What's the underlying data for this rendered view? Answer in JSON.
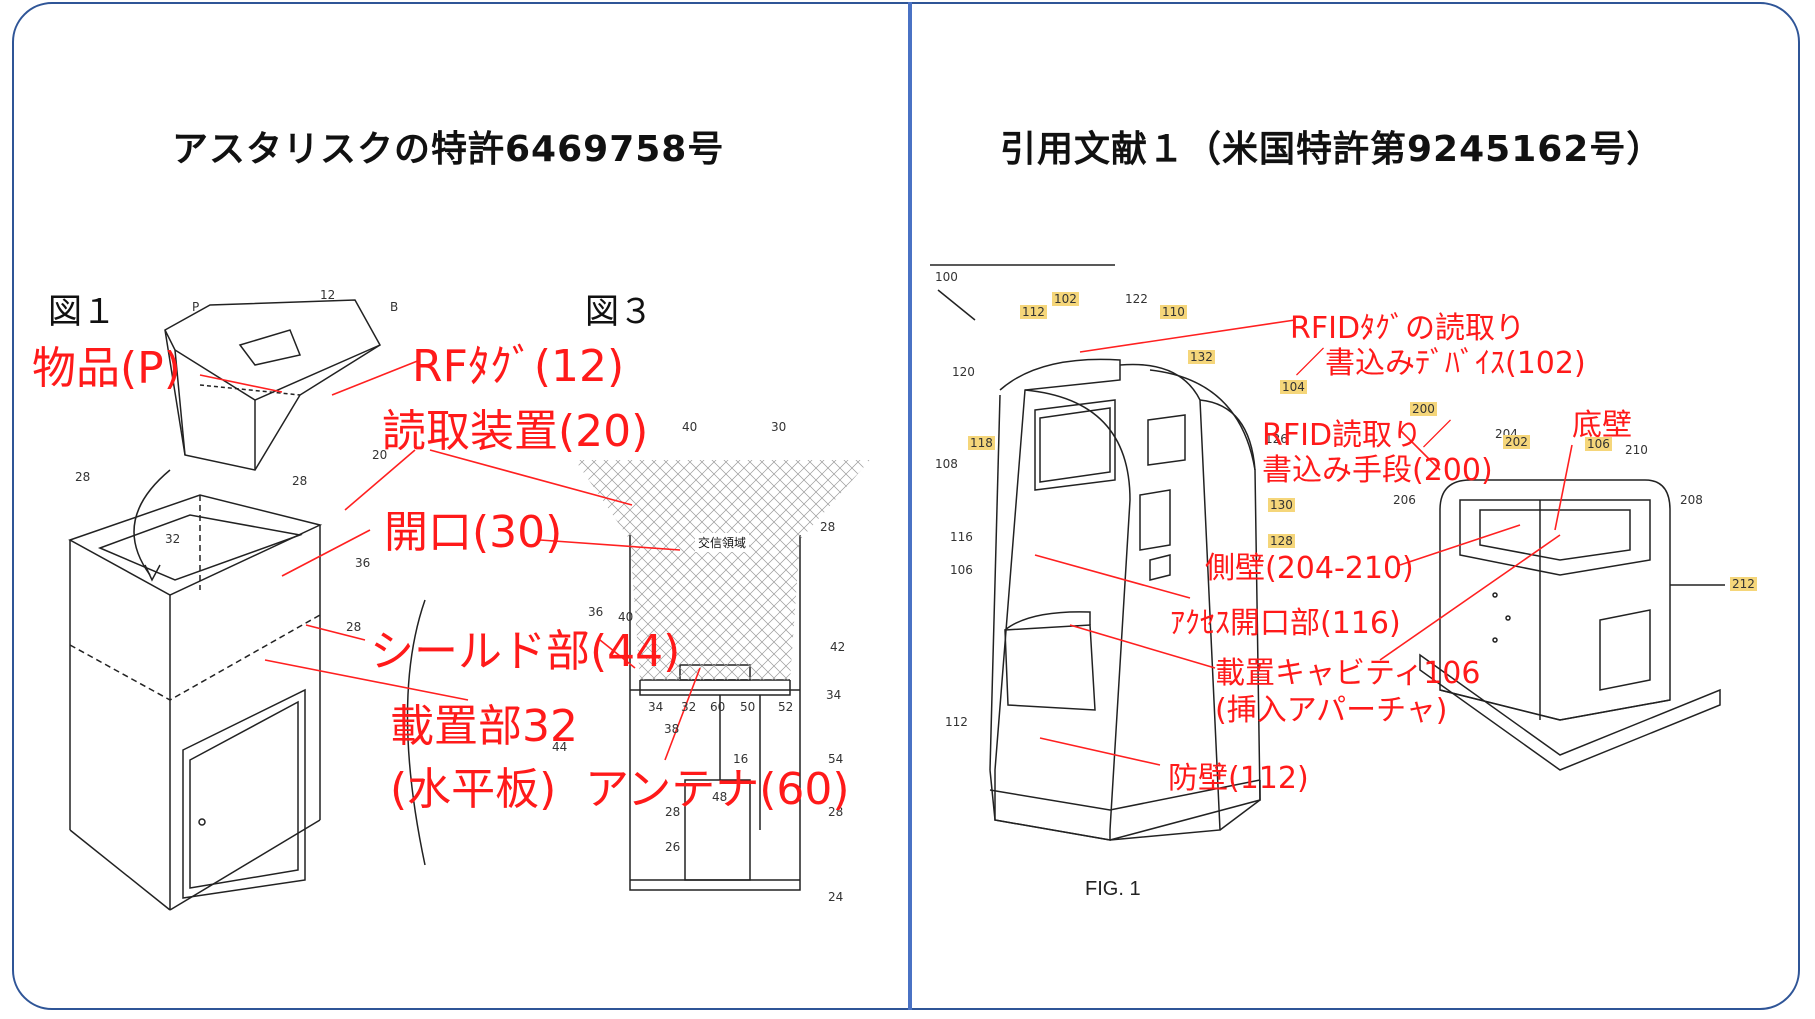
{
  "left": {
    "title": "アスタリスクの特許6469758号",
    "fig1": "図１",
    "fig3": "図３",
    "recv_area": "交信領域",
    "labels": {
      "item": "物品(P)",
      "rftag": "RFﾀｸﾞ(12)",
      "reader": "読取装置(20)",
      "opening": "開口(30)",
      "shield": "シールド部(44)",
      "place": "載置部32",
      "plate": "(水平板)",
      "antenna": "アンテナ(60)"
    },
    "refs": [
      "P",
      "12",
      "B",
      "28",
      "28",
      "20",
      "32",
      "36",
      "28",
      "30",
      "40",
      "28",
      "36",
      "40",
      "42",
      "34",
      "32",
      "60",
      "50",
      "52",
      "34",
      "38",
      "16",
      "44",
      "48",
      "54",
      "28",
      "28",
      "26",
      "24"
    ]
  },
  "right": {
    "title": "引用文献１（米国特許第9245162号）",
    "fig_caption": "FIG. 1",
    "labels": {
      "rfid_device_1": "RFIDﾀｸﾞの読取り",
      "rfid_device_2": "／書込みﾃﾞﾊﾞｲｽ(102)",
      "rfid_means_1": "RFID読取り／",
      "rfid_means_2": "書込み手段(200)",
      "bottom": "底壁",
      "side": "側壁(204-210)",
      "access": "ｱｸｾｽ開口部(116)",
      "cavity": "載置キャビティ106",
      "aperture": "(挿入アパーチャ)",
      "barrier": "防壁(112)"
    },
    "refs": [
      "100",
      "112",
      "102",
      "122",
      "110",
      "120",
      "132",
      "104",
      "118",
      "108",
      "116",
      "106",
      "112",
      "126",
      "130",
      "128",
      "200",
      "204",
      "202",
      "106",
      "210",
      "206",
      "208",
      "212"
    ]
  }
}
